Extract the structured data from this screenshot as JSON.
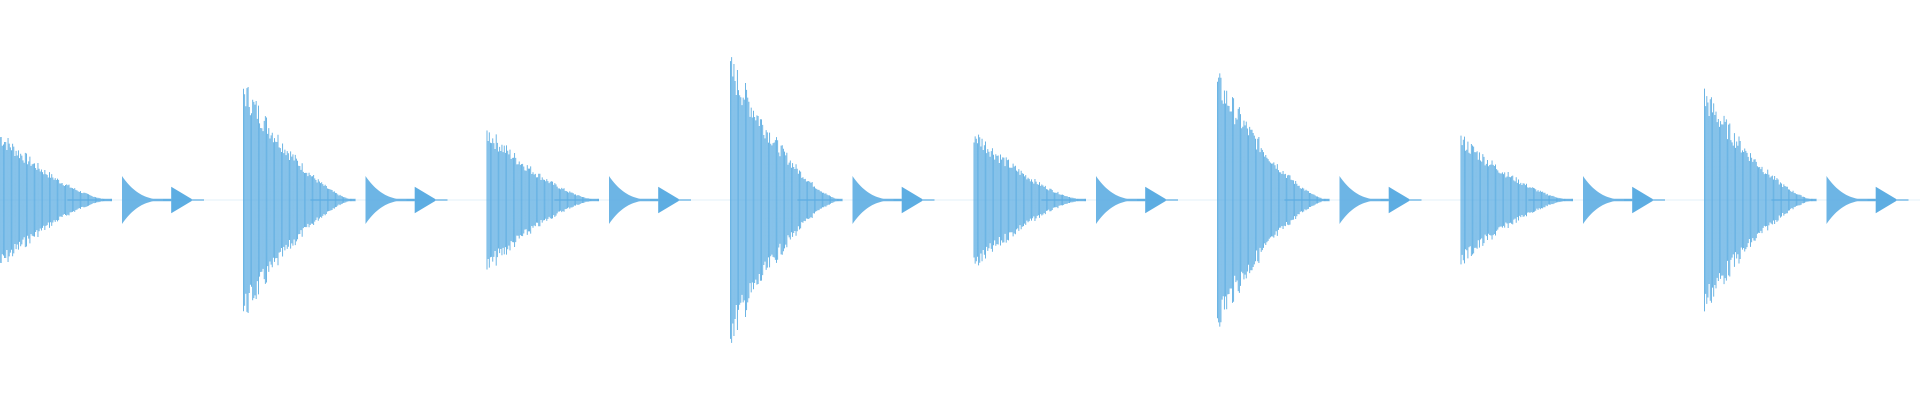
{
  "waveform": {
    "color": "#5dade2",
    "background": "#ffffff",
    "bar_count": 8,
    "events": [
      {
        "bar": 1,
        "hit": "main",
        "peak": 0.36
      },
      {
        "bar": 1,
        "hit": "short",
        "peak": 0.12
      },
      {
        "bar": 2,
        "hit": "main",
        "peak": 0.62
      },
      {
        "bar": 2,
        "hit": "short",
        "peak": 0.12
      },
      {
        "bar": 3,
        "hit": "main",
        "peak": 0.38
      },
      {
        "bar": 3,
        "hit": "short",
        "peak": 0.12
      },
      {
        "bar": 4,
        "hit": "main",
        "peak": 0.74
      },
      {
        "bar": 4,
        "hit": "short",
        "peak": 0.12
      },
      {
        "bar": 5,
        "hit": "main",
        "peak": 0.37
      },
      {
        "bar": 5,
        "hit": "short",
        "peak": 0.12
      },
      {
        "bar": 6,
        "hit": "main",
        "peak": 0.66
      },
      {
        "bar": 6,
        "hit": "short",
        "peak": 0.12
      },
      {
        "bar": 7,
        "hit": "main",
        "peak": 0.34
      },
      {
        "bar": 7,
        "hit": "short",
        "peak": 0.12
      },
      {
        "bar": 8,
        "hit": "main",
        "peak": 0.58
      },
      {
        "bar": 8,
        "hit": "short",
        "peak": 0.12
      }
    ]
  }
}
